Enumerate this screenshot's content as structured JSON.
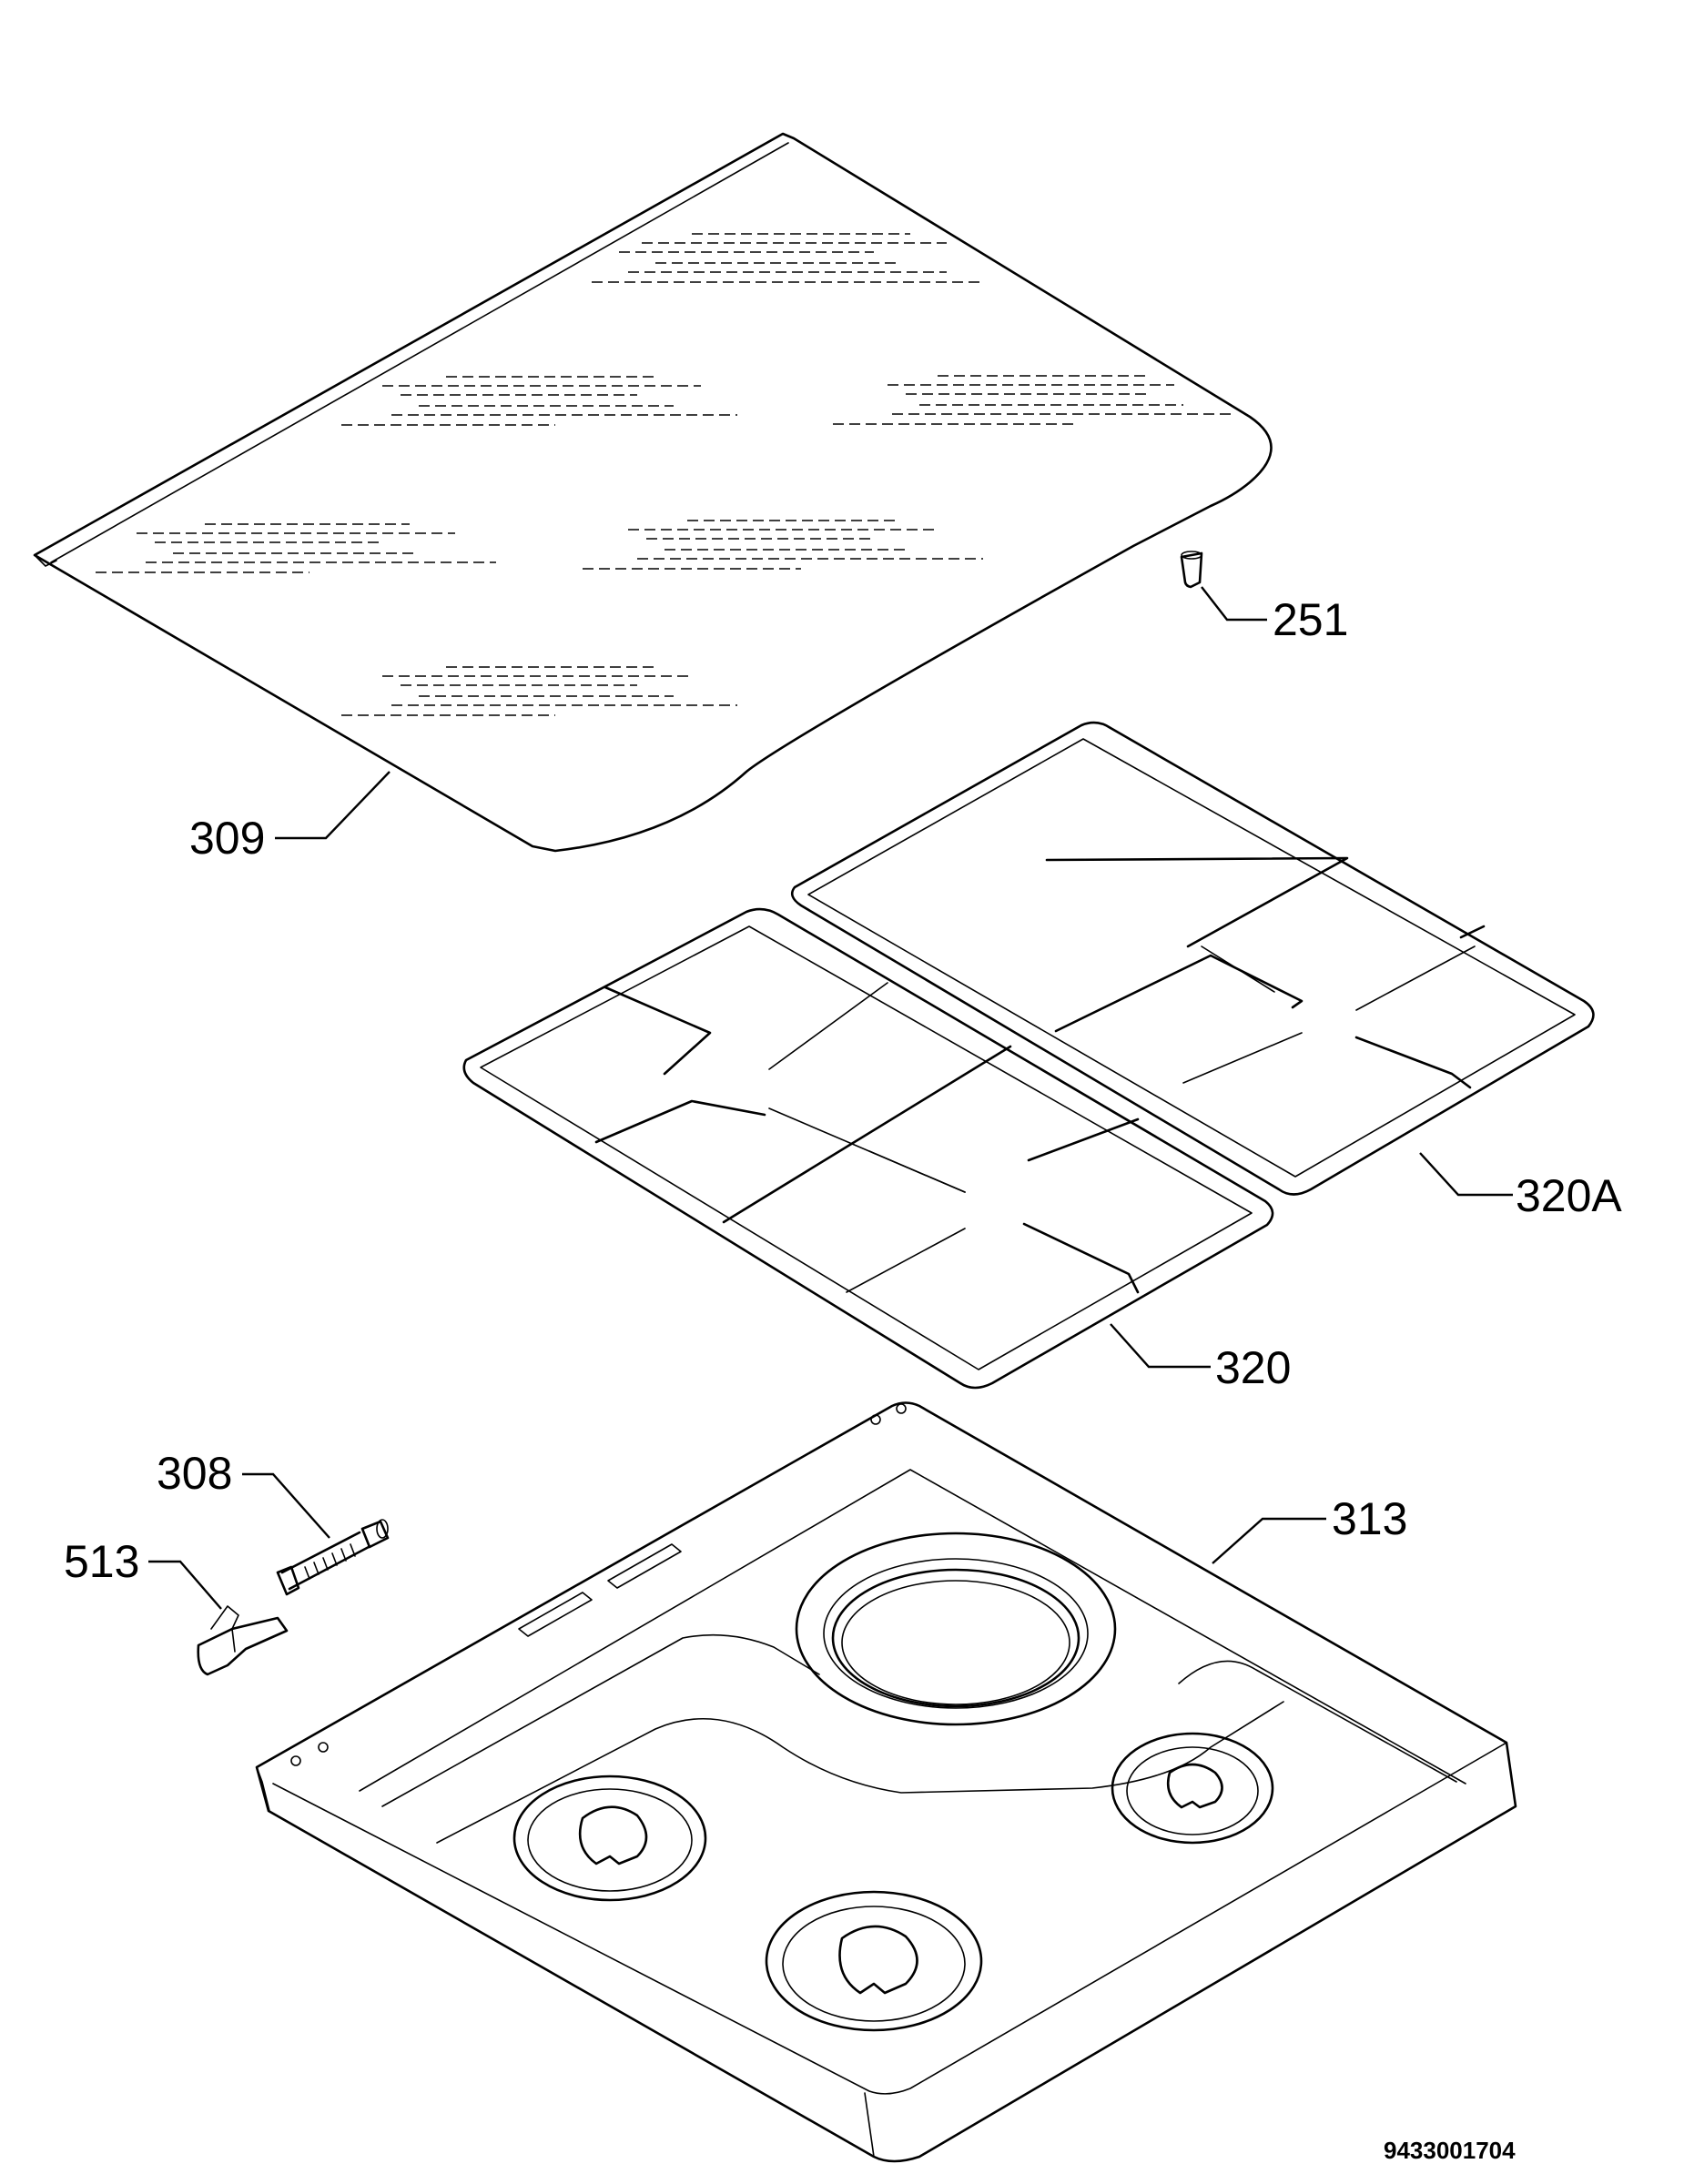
{
  "labels": {
    "p309": "309",
    "p251": "251",
    "p320A": "320A",
    "p320": "320",
    "p308": "308",
    "p513": "513",
    "p313": "313"
  },
  "drawing_number": "9433001704",
  "colors": {
    "line": "#000000",
    "background": "#ffffff"
  }
}
